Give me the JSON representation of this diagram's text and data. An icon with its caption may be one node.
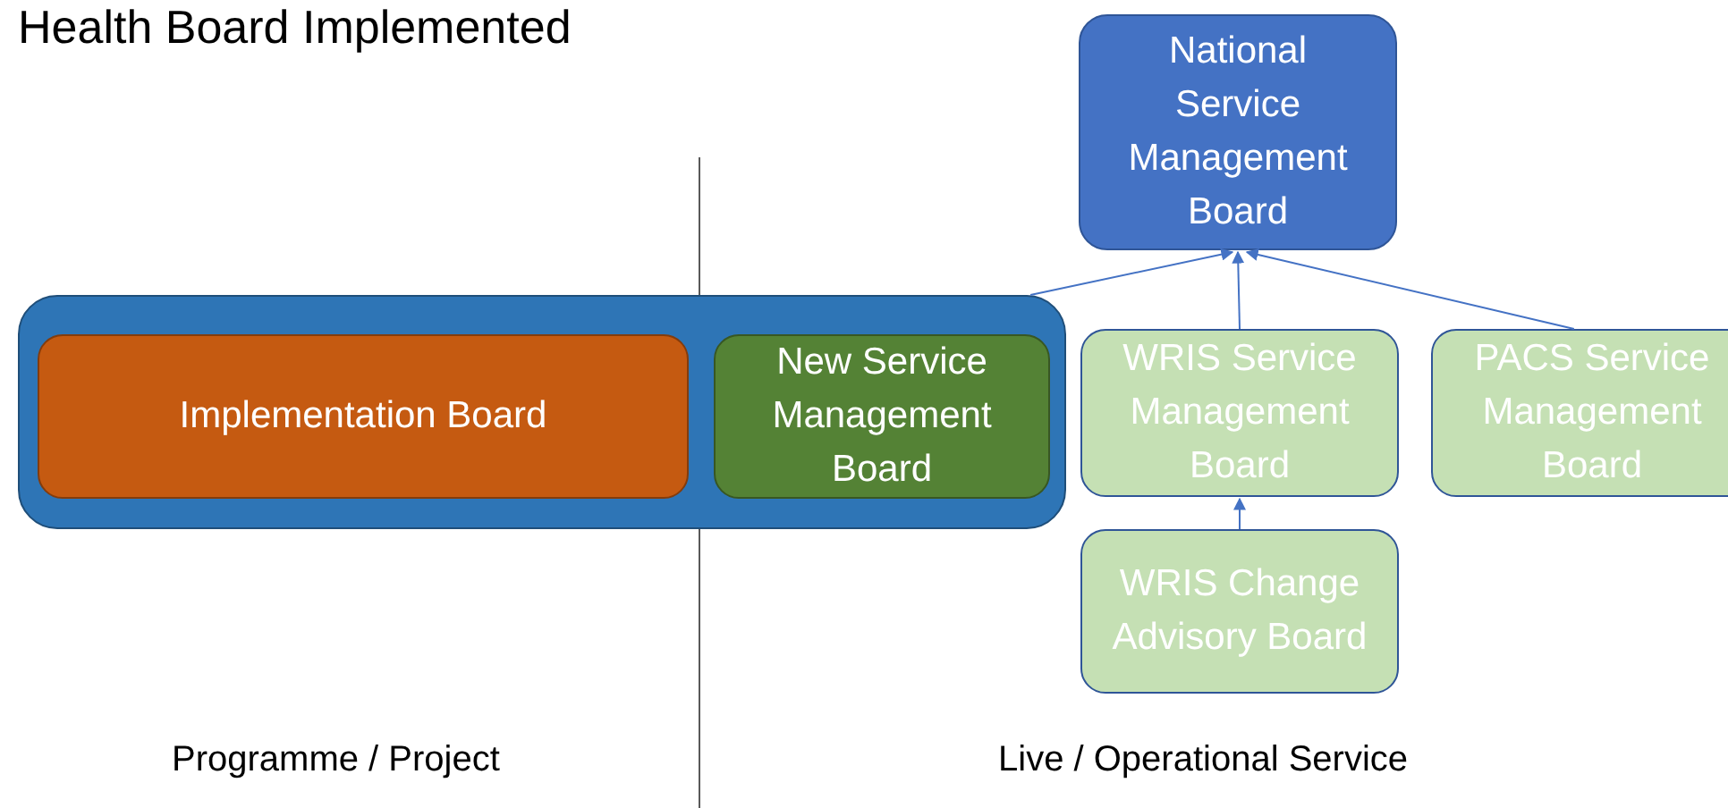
{
  "diagram": {
    "title": "Health Board Implemented",
    "nodes": [
      {
        "text": [
          "National Service Management Board"
        ]
      },
      {
        "text": [],
        "shape": "box"
      },
      {
        "text": [
          "Implementation Board"
        ],
        "in": 1
      },
      {
        "text": [
          "New Service Management Board"
        ],
        "in": 1
      },
      {
        "text": [
          "WRIS Service Management Board"
        ]
      },
      {
        "text": [
          "PACS Service Management Board"
        ]
      },
      {
        "text": [
          "WRIS Change Advisory Board"
        ]
      }
    ],
    "edges": [
      {
        "from": 1,
        "to": 0,
        "arrow": "to"
      },
      {
        "from": 4,
        "to": 0,
        "arrow": "to"
      },
      {
        "from": 5,
        "to": 0,
        "arrow": "to"
      },
      {
        "from": 6,
        "to": 4,
        "arrow": "to"
      }
    ],
    "labels": [
      "Programme / Project",
      "Live / Operational Service"
    ]
  }
}
